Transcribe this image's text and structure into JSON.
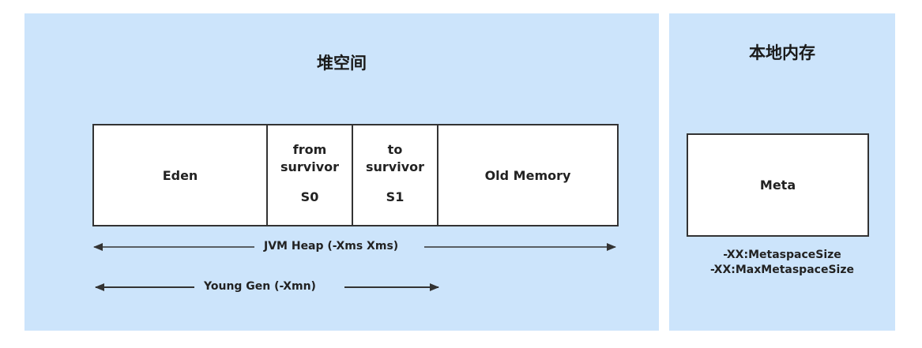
{
  "heap": {
    "title": "堆空间",
    "cells": {
      "eden": "Eden",
      "from": {
        "line1": "from",
        "line2": "survivor",
        "id": "S0"
      },
      "to": {
        "line1": "to",
        "line2": "survivor",
        "id": "S1"
      },
      "old": "Old Memory"
    },
    "heap_arrow_label": "JVM Heap (-Xms  Xms)",
    "young_arrow_label": "Young Gen (-Xmn)"
  },
  "native": {
    "title": "本地内存",
    "meta": "Meta",
    "options": [
      "-XX:MetaspaceSize",
      "-XX:MaxMetaspaceSize"
    ]
  }
}
